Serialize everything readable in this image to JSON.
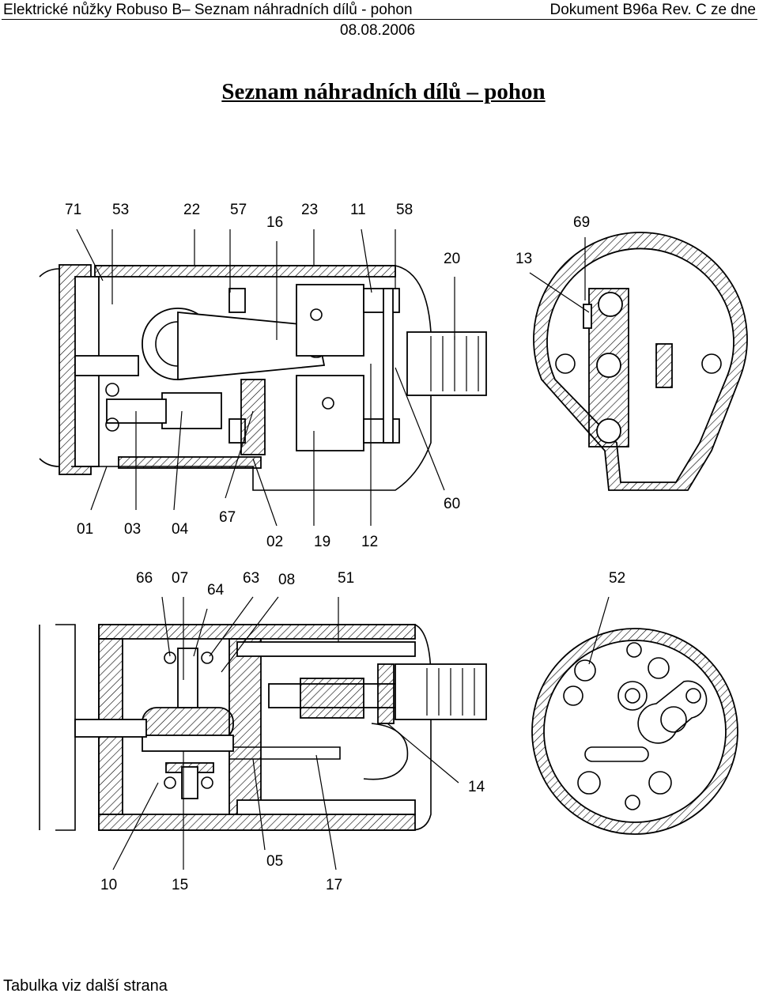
{
  "header": {
    "left": "Elektrické nůžky Robuso B– Seznam náhradních dílů - pohon",
    "right": "Dokument B96a Rev. C ze dne",
    "date": "08.08.2006"
  },
  "title": "Seznam náhradních dílů – pohon",
  "footer": "Tabulka viz další strana",
  "labels": {
    "top": [
      "71",
      "53",
      "22",
      "57",
      "16",
      "23",
      "11",
      "58",
      "20",
      "13",
      "69",
      "60",
      "01",
      "03",
      "04",
      "67",
      "02",
      "19",
      "12"
    ],
    "bottom": [
      "66",
      "07",
      "64",
      "63",
      "08",
      "51",
      "52",
      "14",
      "05",
      "10",
      "15",
      "17"
    ]
  }
}
